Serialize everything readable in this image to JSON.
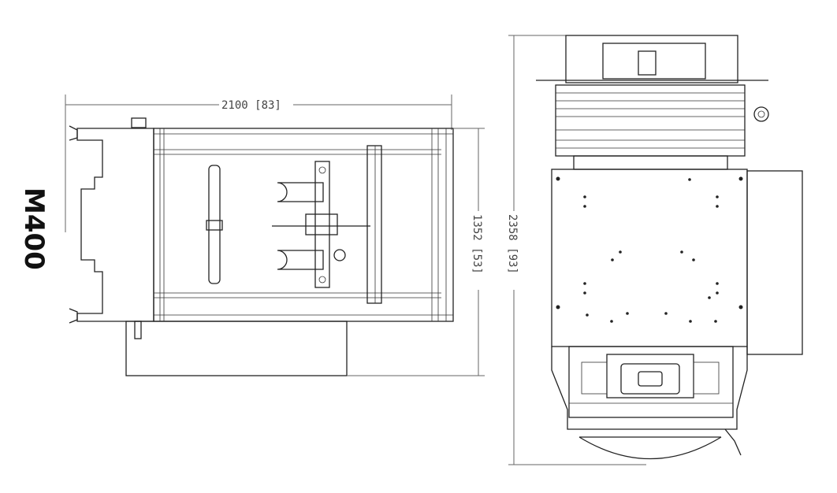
{
  "model_label": "M400",
  "dimensions": {
    "top_view_width": "2100 [83]",
    "top_view_height": "1352 [53]",
    "side_view_height": "2358 [93]"
  }
}
